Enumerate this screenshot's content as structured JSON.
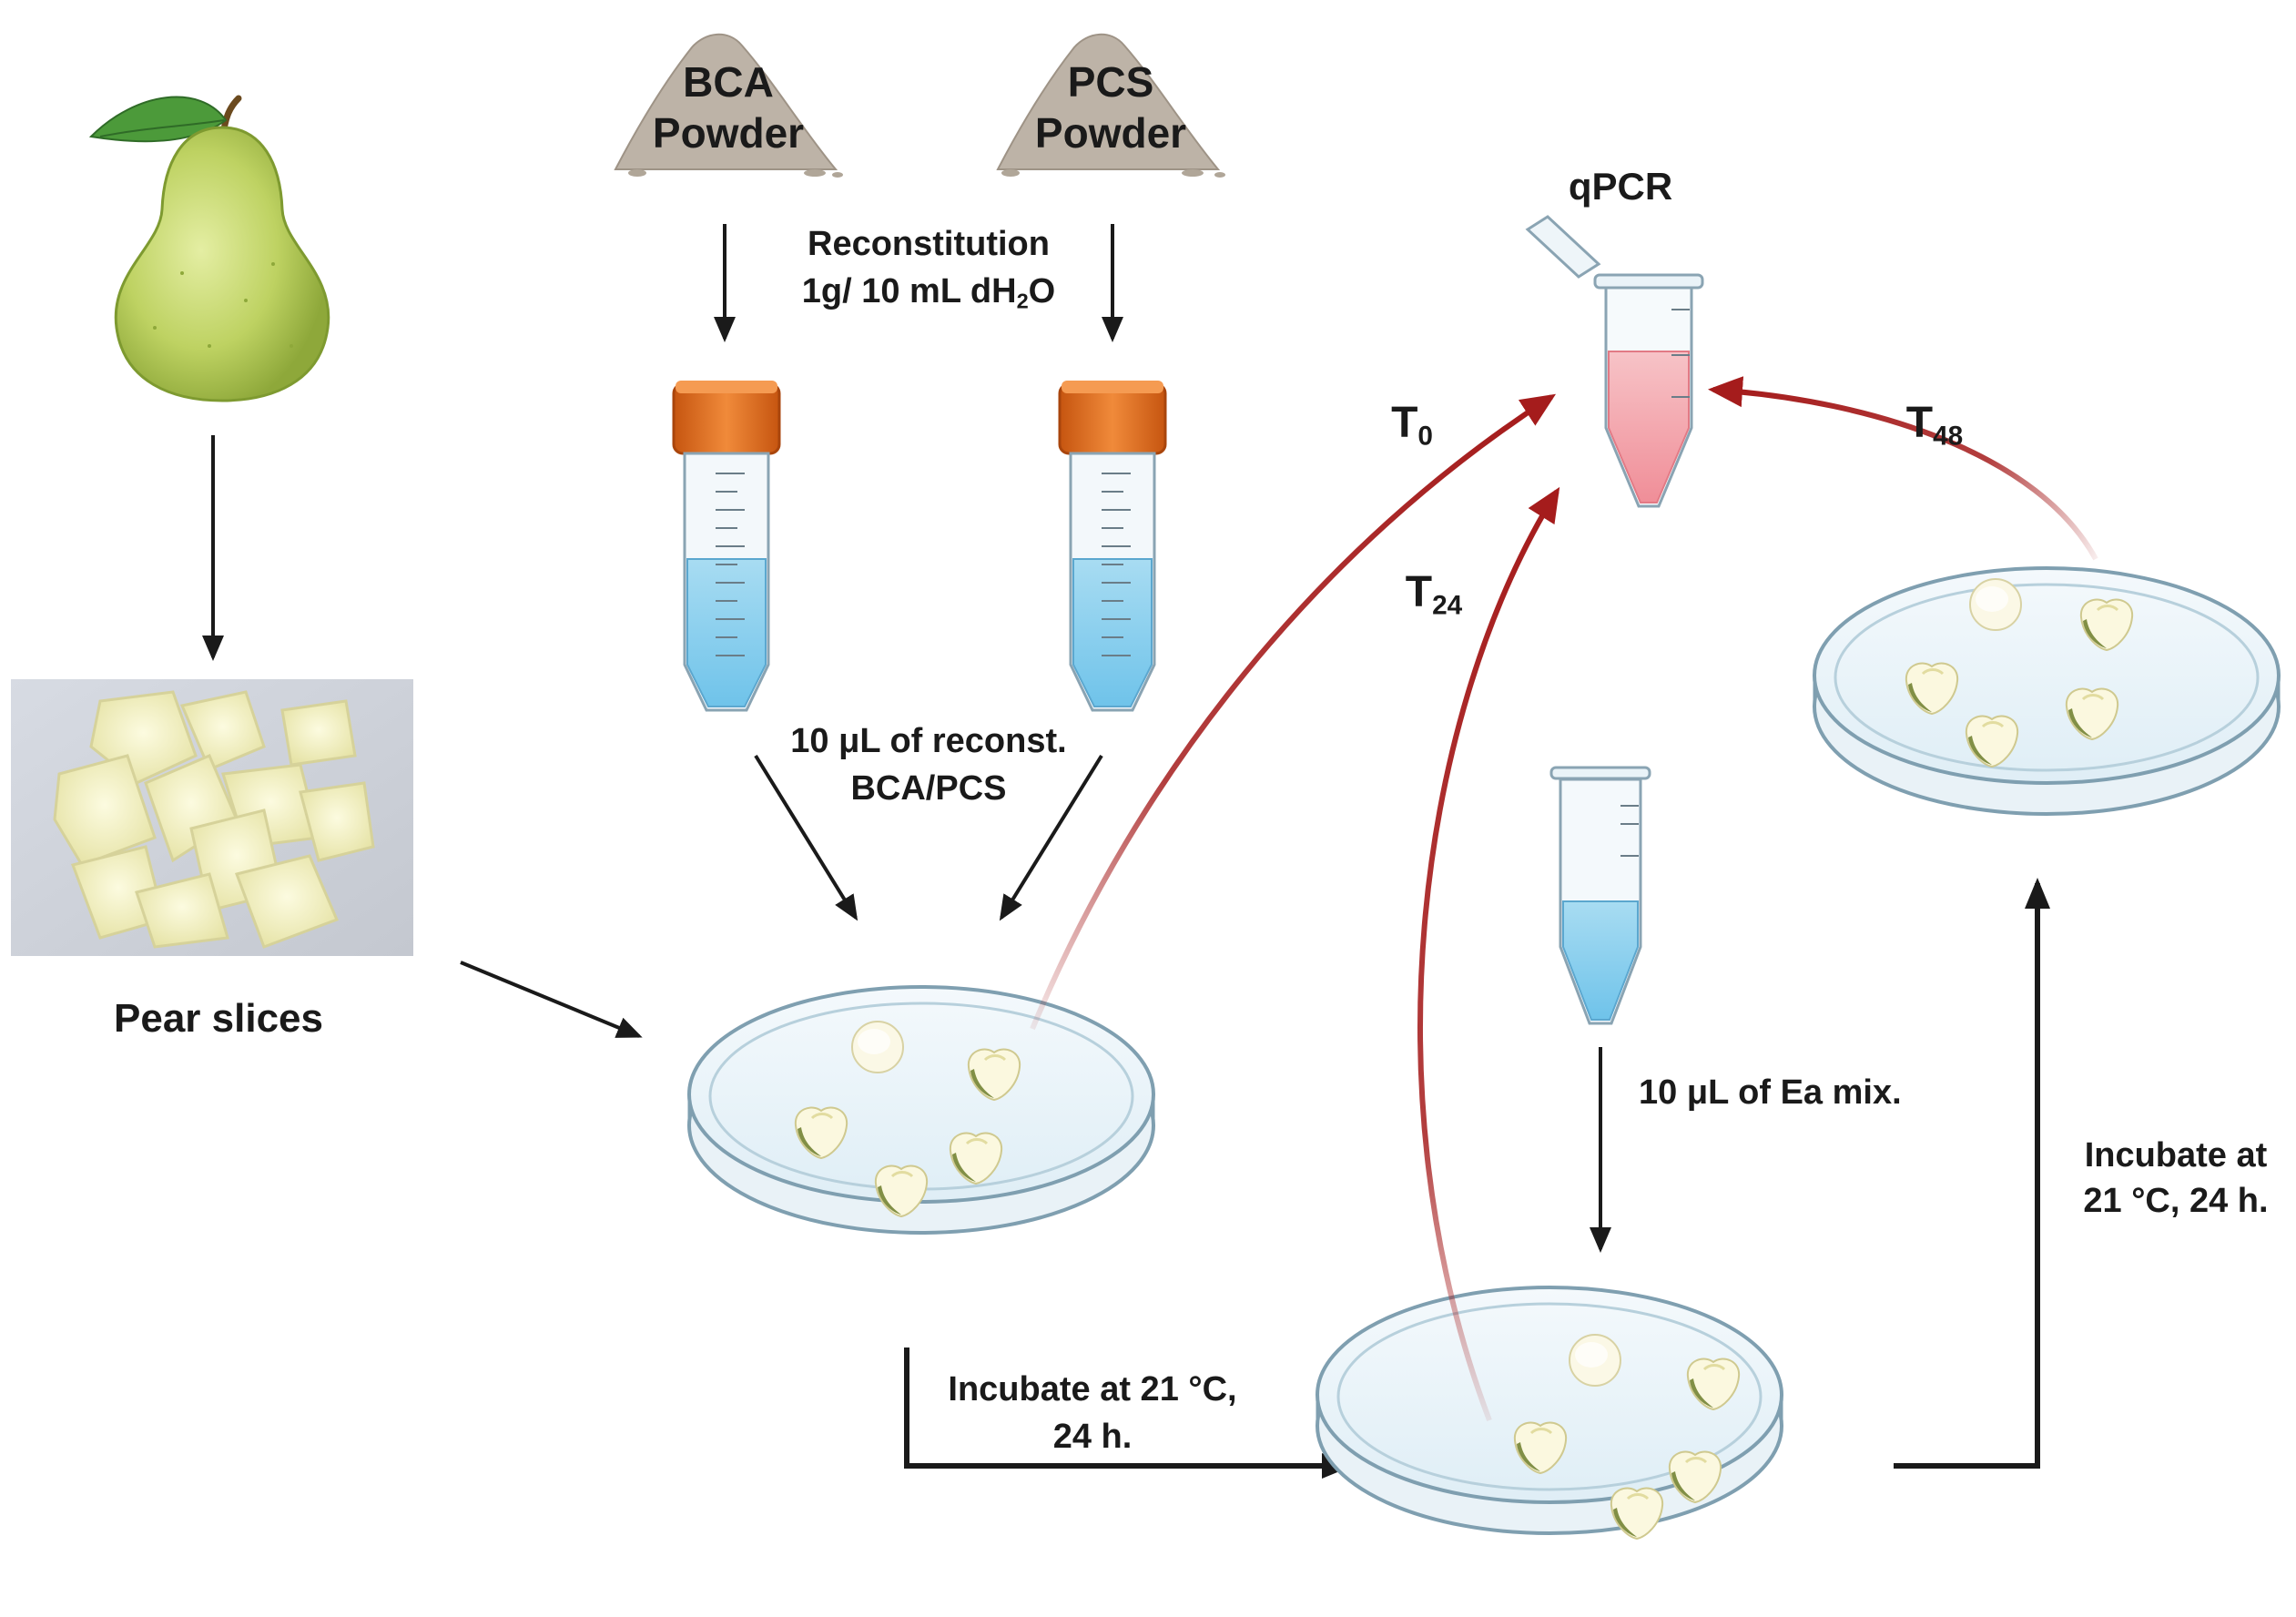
{
  "powders": [
    {
      "line1": "BCA",
      "line2": "Powder"
    },
    {
      "line1": "PCS",
      "line2": "Powder"
    }
  ],
  "reconstitution": {
    "line1": "Reconstitution",
    "line2_prefix": "1g/ 10 mL dH",
    "line2_sub": "2",
    "line2_suffix": "O"
  },
  "qpcr_label": "qPCR",
  "timepoints": {
    "t0": {
      "base": "T",
      "sub": "0"
    },
    "t24": {
      "base": "T",
      "sub": "24"
    },
    "t48": {
      "base": "T",
      "sub": "48"
    }
  },
  "transfer_label": {
    "line1": "10 μL of reconst.",
    "line2": "BCA/PCS"
  },
  "pear_slices_label": "Pear slices",
  "ea_mix_label": "10 μL of Ea mix.",
  "incubate_1": {
    "line1": "Incubate at 21 °C,",
    "line2": "24 h."
  },
  "incubate_2": {
    "line1": "Incubate at",
    "line2": "21 °C, 24 h."
  },
  "colors": {
    "arrow_black": "#1a1a1a",
    "arrow_red": "#a51c1c",
    "tube_cap": "#e5701e",
    "tube_liquid_blue": "#8fd0ef",
    "pcr_liquid_pink": "#f6b7bc",
    "pear_green": "#b8cf5c",
    "powder_grey": "#bdb3a7"
  }
}
